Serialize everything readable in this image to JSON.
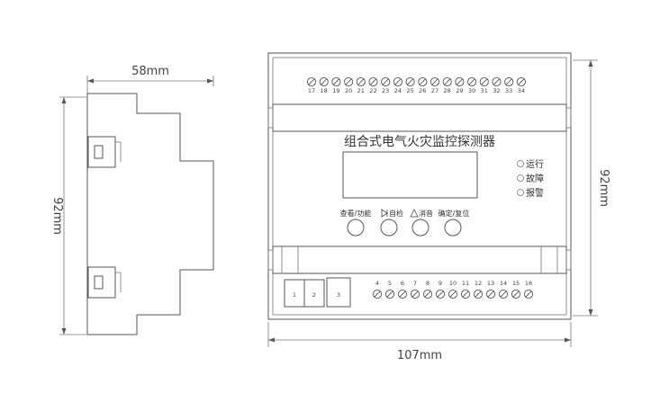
{
  "side_view": {
    "width_label": "58mm",
    "height_label": "92mm"
  },
  "front_view": {
    "title": "组合式电气火灾监控探测器",
    "width_label": "107mm",
    "height_label": "92mm",
    "top_terminals": [
      "17",
      "18",
      "19",
      "20",
      "21",
      "22",
      "23",
      "24",
      "25",
      "26",
      "27",
      "28",
      "29",
      "30",
      "31",
      "32",
      "33",
      "34"
    ],
    "bottom_terminals": [
      "4",
      "5",
      "6",
      "7",
      "8",
      "9",
      "10",
      "11",
      "12",
      "13",
      "14",
      "15",
      "16"
    ],
    "blocks": [
      "1",
      "2",
      "3"
    ],
    "indicators": [
      "运行",
      "故障",
      "报警"
    ],
    "buttons": [
      "查看/功能",
      "自检",
      "消音",
      "确定/复位"
    ]
  },
  "colors": {
    "line": "#555555",
    "text": "#333333"
  }
}
